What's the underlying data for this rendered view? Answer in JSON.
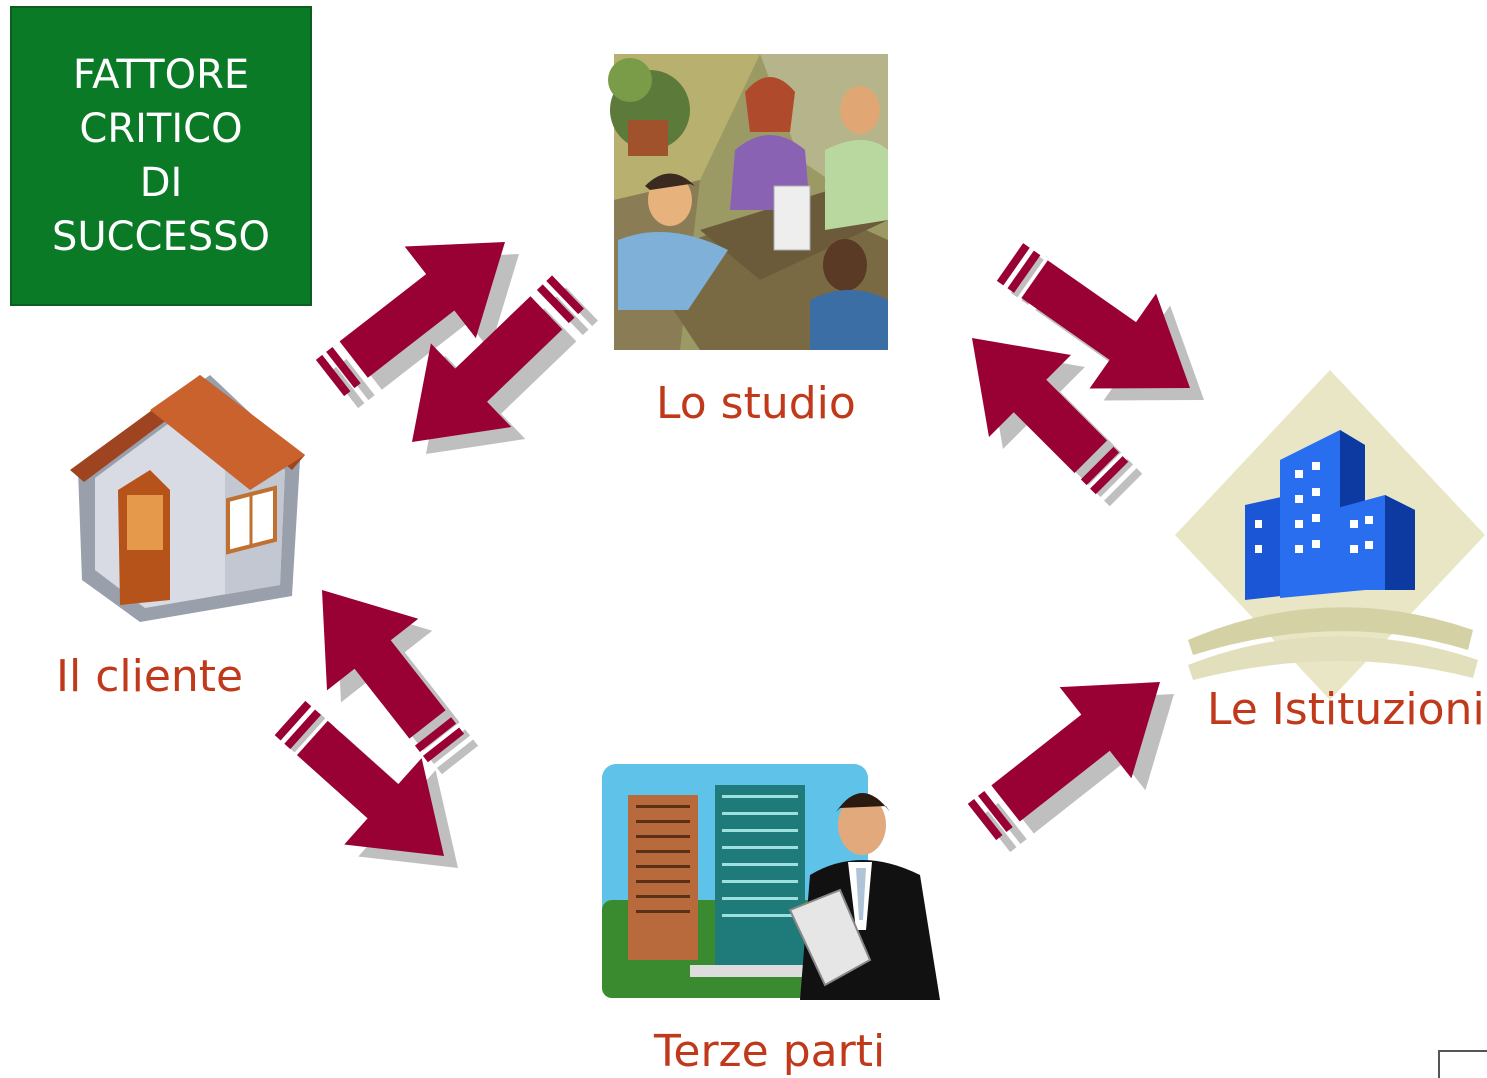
{
  "title_box": {
    "lines": [
      "FATTORE",
      "CRITICO",
      "DI",
      "SUCCESSO"
    ]
  },
  "nodes": {
    "studio": "Lo studio",
    "cliente": "Il cliente",
    "istituzioni": "Le Istituzioni",
    "terze": "Terze parti"
  },
  "colors": {
    "arrow": "#990033",
    "arrow_shadow": "#bfbfbf",
    "label": "#c0391a",
    "title_bg": "#0a7a26"
  },
  "icons": {
    "studio": "meeting-clipart-icon",
    "cliente": "house-icon",
    "istituzioni": "office-buildings-icon",
    "terze": "businessman-newspaper-icon"
  }
}
